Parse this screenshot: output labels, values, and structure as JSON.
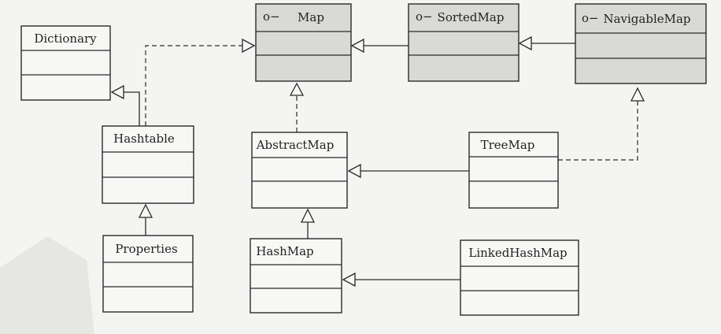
{
  "diagram": {
    "classes": {
      "dictionary": {
        "name": "Dictionary",
        "interface": false
      },
      "map": {
        "name": "Map",
        "interface": true
      },
      "sortedmap": {
        "name": "SortedMap",
        "interface": true
      },
      "navigablemap": {
        "name": "NavigableMap",
        "interface": true
      },
      "hashtable": {
        "name": "Hashtable",
        "interface": false
      },
      "abstractmap": {
        "name": "AbstractMap",
        "interface": false
      },
      "treemap": {
        "name": "TreeMap",
        "interface": false
      },
      "properties": {
        "name": "Properties",
        "interface": false
      },
      "hashmap": {
        "name": "HashMap",
        "interface": false
      },
      "linkedhashmap": {
        "name": "LinkedHashMap",
        "interface": false
      }
    },
    "interface_marker": "o−",
    "colors": {
      "interface_fill": "#d9d9d6",
      "class_fill": "#f7f7f5",
      "stroke": "#2a2a2a"
    }
  }
}
